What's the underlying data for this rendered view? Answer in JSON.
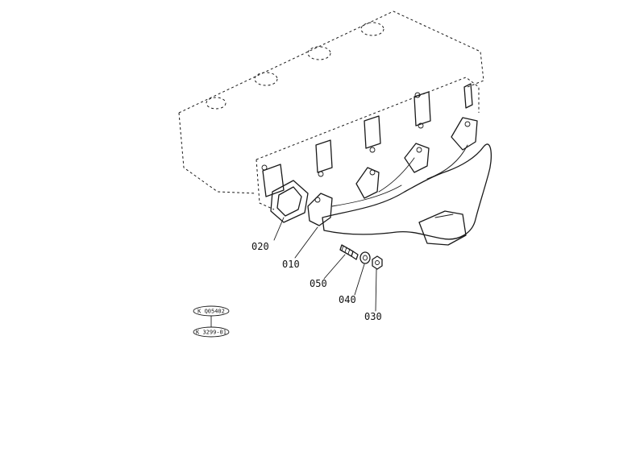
{
  "callouts": [
    {
      "id": "020",
      "label": "020"
    },
    {
      "id": "010",
      "label": "010"
    },
    {
      "id": "050",
      "label": "050"
    },
    {
      "id": "040",
      "label": "040"
    },
    {
      "id": "030",
      "label": "030"
    }
  ],
  "references": {
    "top": "K Q05402",
    "bottom": "K 3299-01"
  }
}
